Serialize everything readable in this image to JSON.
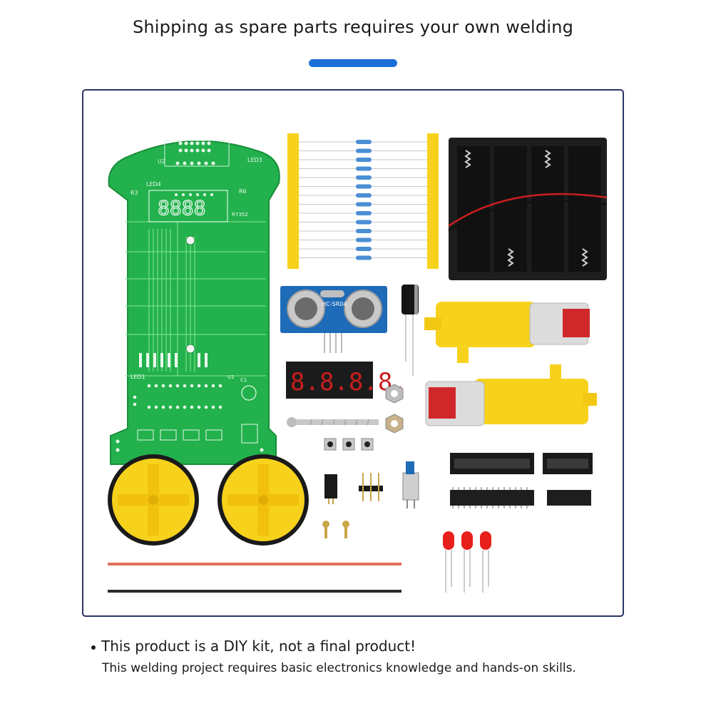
{
  "header": {
    "title": "Shipping as spare parts requires your own welding"
  },
  "notice": {
    "headline": "This product is a DIY kit, not a final product!",
    "detail": "This welding project requires basic electronics knowledge and hands-on skills."
  },
  "pcb": {
    "labels": {
      "u2": "U2",
      "led3": "LED3",
      "led4": "LED4",
      "r3": "R3",
      "r6": "R6",
      "digits": "8888",
      "model": "R7352",
      "led1": "LED1",
      "u1": "U1",
      "c1": "C1"
    }
  },
  "sensor_label": "HC-SR04",
  "display_digits": "8.8.8.8.",
  "colors": {
    "pcb": "#22b14c",
    "accent": "#1a6fd6",
    "frame": "#2a3566",
    "yellow": "#f7d21c",
    "led": "#e8201b"
  }
}
